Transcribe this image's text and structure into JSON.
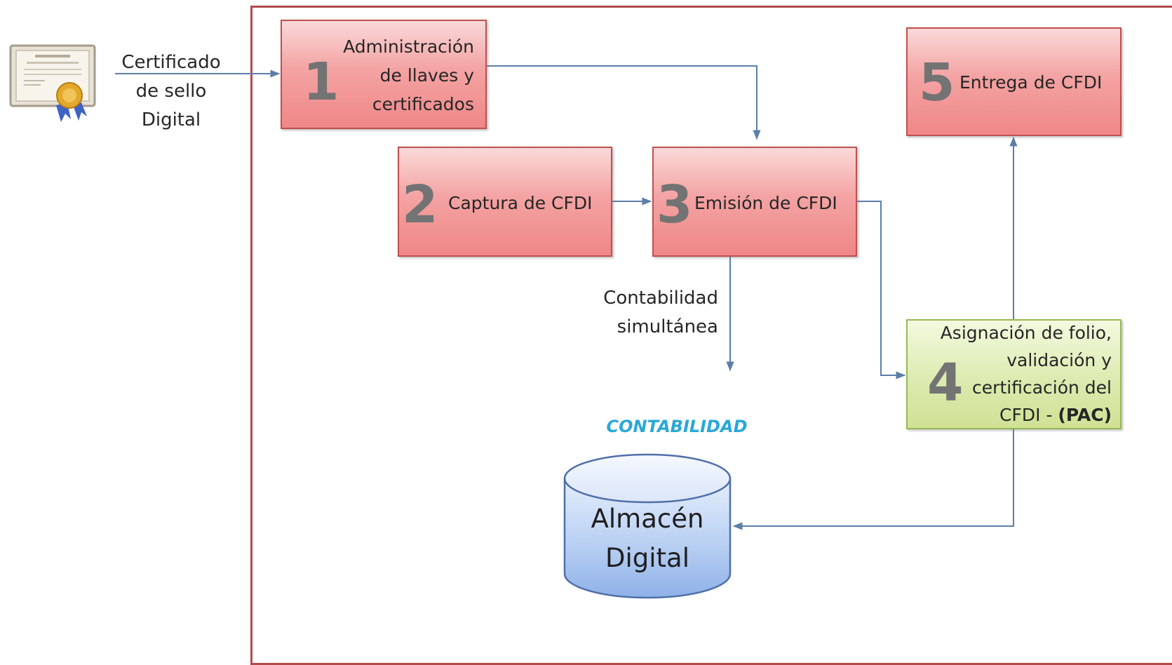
{
  "certificate": {
    "lines": [
      "Certificado",
      "de sello",
      "Digital"
    ],
    "icon": "certificate-icon"
  },
  "steps": [
    {
      "number": "1",
      "lines": [
        "Administración",
        "de llaves y",
        "certificados"
      ]
    },
    {
      "number": "2",
      "lines": [
        "Captura de CFDI"
      ]
    },
    {
      "number": "3",
      "lines": [
        "Emisión de CFDI"
      ]
    },
    {
      "number": "4",
      "lines": [
        "Asignación de folio,",
        "validación y",
        "certificación del",
        "CFDI - "
      ],
      "bold_suffix": "(PAC)"
    },
    {
      "number": "5",
      "lines": [
        "Entrega de CFDI"
      ]
    }
  ],
  "contabilidad_label": [
    "Contabilidad",
    "simultánea"
  ],
  "contabilidad_title": "CONTABILIDAD",
  "storage": {
    "lines": [
      "Almacén",
      "Digital"
    ]
  },
  "colors": {
    "step_fill": "#f4a3a3",
    "step_border": "#c0504d",
    "pac_fill": "#dcebb0",
    "pac_border": "#98b954",
    "connector": "#5b7ea8",
    "frame": "#b44a4a",
    "title_accent": "#2aa8d6",
    "storage_fill": "#9dbdf0"
  }
}
